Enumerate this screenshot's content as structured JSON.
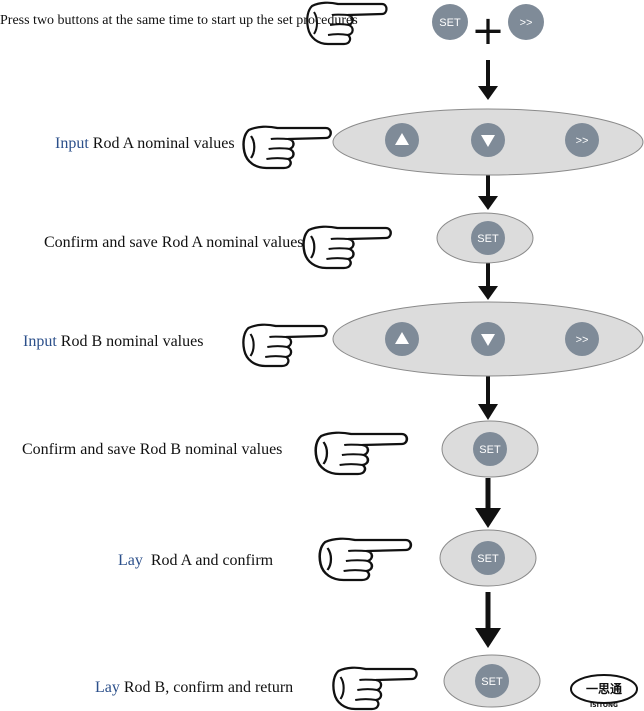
{
  "steps": [
    {
      "keyword": "",
      "text": "Press two buttons at the same time to start up the set procedures"
    },
    {
      "keyword": "Input",
      "text": " Rod A nominal values"
    },
    {
      "keyword": "",
      "text": "Confirm and save Rod A nominal values"
    },
    {
      "keyword": "Input",
      "text": " Rod B nominal values"
    },
    {
      "keyword": "",
      "text": "Confirm and save Rod B nominal values"
    },
    {
      "keyword": "Lay",
      "text": "  Rod A and confirm"
    },
    {
      "keyword": "Lay",
      "text": " Rod B, confirm and return"
    }
  ],
  "buttons": {
    "set": "SET",
    "next": ">>",
    "up_icon": "triangle-up-icon",
    "down_icon": "triangle-down-icon"
  },
  "logo": {
    "main": "一思通",
    "sub": "ISITONG"
  },
  "colors": {
    "button_fill": "#7f8b98",
    "ellipse_fill": "#dcdcdc",
    "keyword": "#2b4f8a"
  }
}
